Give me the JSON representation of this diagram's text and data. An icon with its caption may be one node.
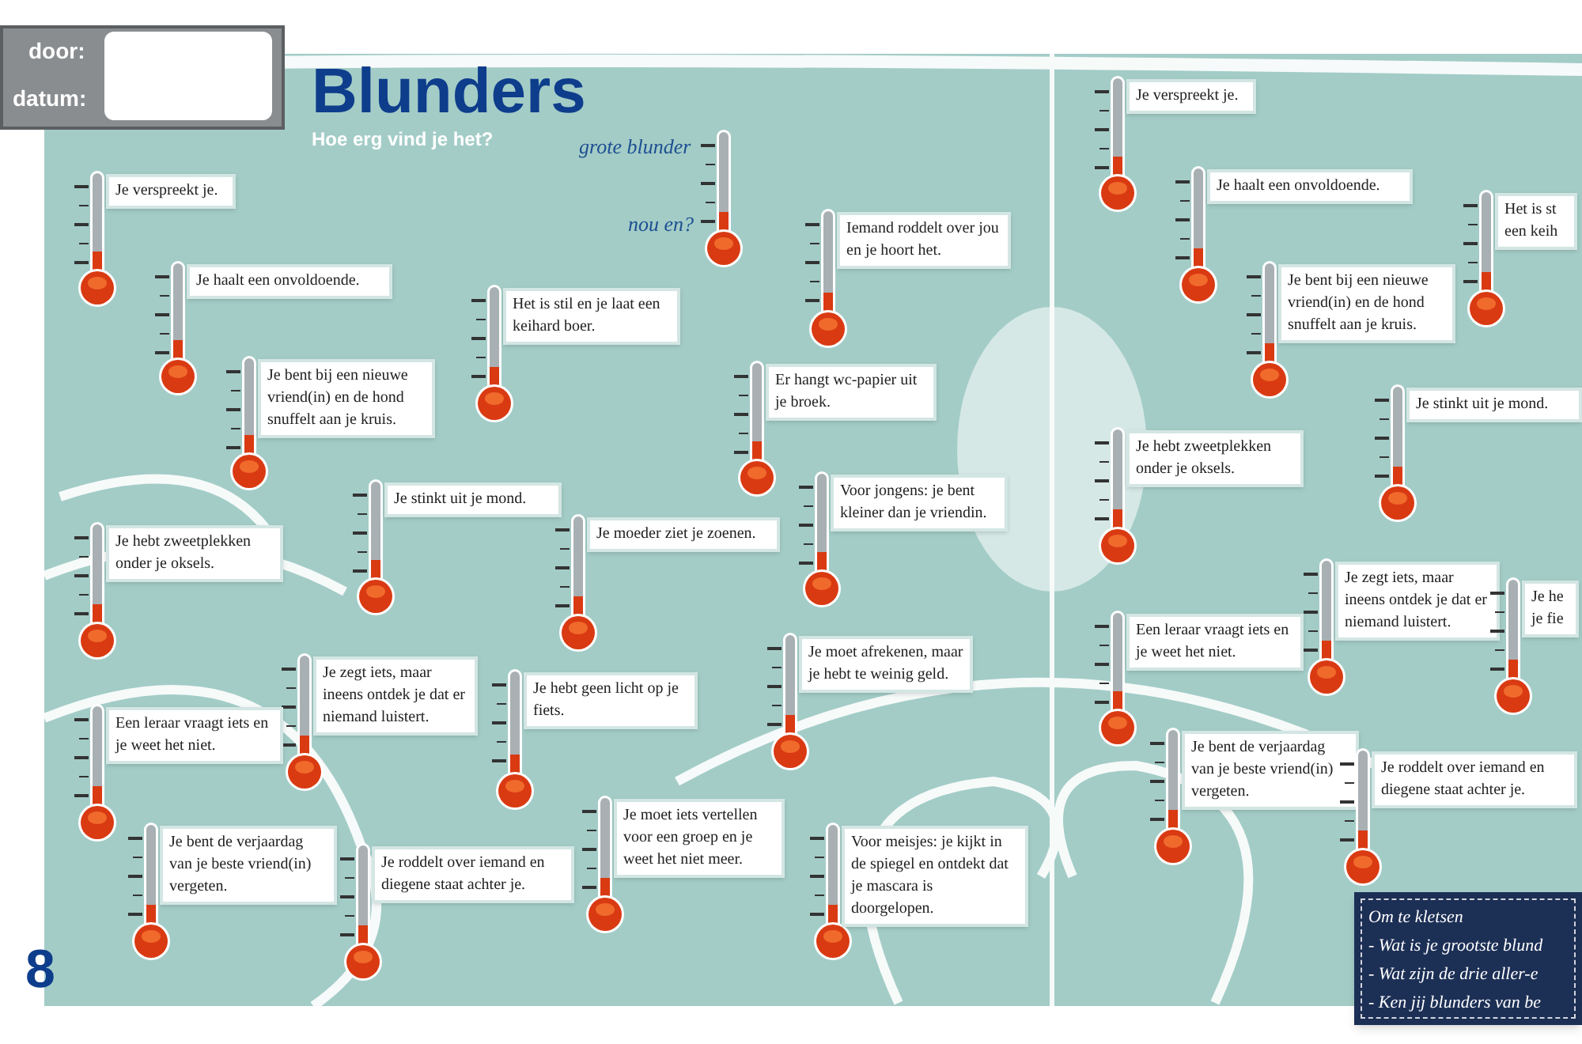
{
  "diagram": {
    "title": "Blunders",
    "nodes": [
      {
        "text": [
          "Je verspreekt je."
        ]
      },
      {
        "text": [
          "Je haalt een onvoldoende."
        ]
      },
      {
        "text": [
          "Je bent bij een nieuwe vriend(in) en de hond snuffelt aan je kruis."
        ]
      },
      {
        "text": [
          "Het is stil en je laat een keihard boer."
        ]
      },
      {
        "text": [
          "Je stinkt uit je mond."
        ]
      },
      {
        "text": [
          "Je hebt zweetplekken onder je oksels."
        ]
      },
      {
        "text": [
          "Je moeder ziet je zoenen."
        ]
      },
      {
        "text": [
          "Er hangt wc-papier uit je broek."
        ]
      },
      {
        "text": [
          "Iemand roddelt over jou en je hoort het."
        ]
      },
      {
        "text": [
          "Voor jongens: je bent kleiner dan je vriendin."
        ]
      },
      {
        "text": [
          "Je verspreekt je."
        ]
      },
      {
        "text": [
          "Je haalt een onvoldoende."
        ]
      },
      {
        "text": [
          "Je bent bij een nieuwe vriend(in) en de hond snuffelt aan je kruis."
        ]
      },
      {
        "text": [
          "Het is st",
          "een keih"
        ]
      },
      {
        "text": [
          "Je stinkt uit je mond."
        ]
      },
      {
        "text": [
          "Je hebt zweetplekken onder je oksels."
        ]
      },
      {
        "text": [
          "Je moet afrekenen, maar je hebt te weinig geld."
        ]
      },
      {
        "text": [
          "Een leraar vraagt iets en je weet het niet."
        ]
      },
      {
        "text": [
          "Je zegt iets, maar ineens ontdek je dat er niemand luistert."
        ]
      },
      {
        "text": [
          "Je he",
          "je fie"
        ]
      },
      {
        "text": [
          "Je bent de verjaardag van je beste vriend(in) vergeten."
        ]
      },
      {
        "text": [
          "Je roddelt over iemand en diegene staat achter je."
        ]
      },
      {
        "text": [
          "Voor meisjes: je kijkt in de spiegel en ontdekt dat je mascara is doorgelopen."
        ]
      },
      {
        "text": [
          "Je zegt iets, maar ineens ontdek je dat er niemand luistert."
        ]
      },
      {
        "text": [
          "Je hebt geen licht op je fiets."
        ]
      },
      {
        "text": [
          "Een leraar vraagt iets en je weet het niet."
        ]
      },
      {
        "text": [
          "Je bent de verjaardag van je beste vriend(in) vergeten."
        ]
      },
      {
        "text": [
          "Je roddelt over iemand en diegene staat achter je."
        ]
      },
      {
        "text": [
          "Je moet iets vertellen voor een groep en je weet het niet meer."
        ]
      },
      {
        "text": [
          "Om te kletsen",
          "- Wat is je grootste blund",
          "- Wat zijn de drie aller-e",
          "- Ken jij blunders van be"
        ]
      }
    ],
    "labels": [
      "door:",
      "datum:",
      "Hoe erg vind je het?",
      "grote blunder",
      "nou en?",
      "8"
    ]
  }
}
